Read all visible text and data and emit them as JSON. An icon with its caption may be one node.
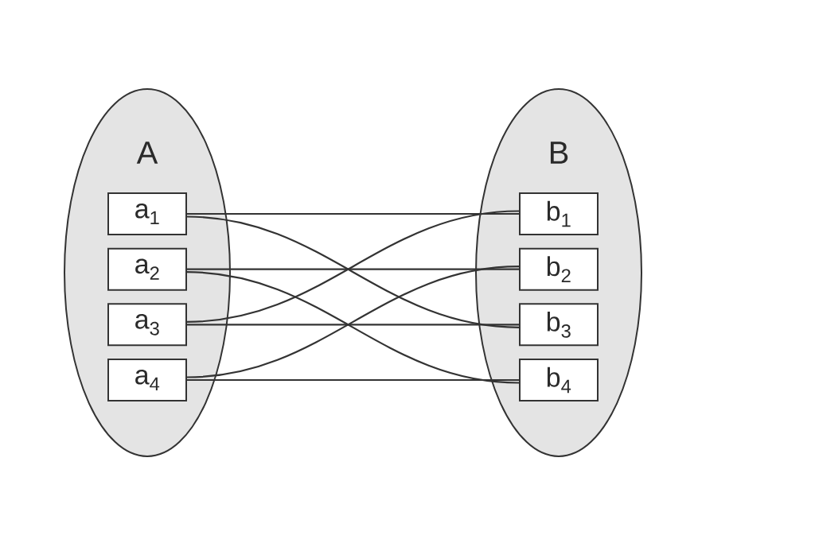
{
  "diagram": {
    "nodes": [
      {
        "text": [
          "A"
        ]
      },
      {
        "text": [
          "a$_{1}$"
        ],
        "in": 0
      },
      {
        "text": [
          "a$_{2}$"
        ],
        "in": 0
      },
      {
        "text": [
          "a$_{3}$"
        ],
        "in": 0
      },
      {
        "text": [
          "a$_{4}$"
        ],
        "in": 0
      },
      {
        "text": [
          "B"
        ]
      },
      {
        "text": [
          "b$_{1}$"
        ],
        "in": 5
      },
      {
        "text": [
          "b$_{2}$"
        ],
        "in": 5
      },
      {
        "text": [
          "b$_{3}$"
        ],
        "in": 5
      },
      {
        "text": [
          "b$_{4}$"
        ],
        "in": 5
      }
    ],
    "edges": [
      {
        "from": 1,
        "to": 6,
        "arrow": "none"
      },
      {
        "from": 1,
        "to": 8,
        "arrow": "none"
      },
      {
        "from": 2,
        "to": 7,
        "arrow": "none"
      },
      {
        "from": 2,
        "to": 9,
        "arrow": "none"
      },
      {
        "from": 3,
        "to": 8,
        "arrow": "none"
      },
      {
        "from": 3,
        "to": 6,
        "arrow": "none"
      },
      {
        "from": 4,
        "to": 9,
        "arrow": "none"
      },
      {
        "from": 4,
        "to": 7,
        "arrow": "none"
      }
    ]
  }
}
